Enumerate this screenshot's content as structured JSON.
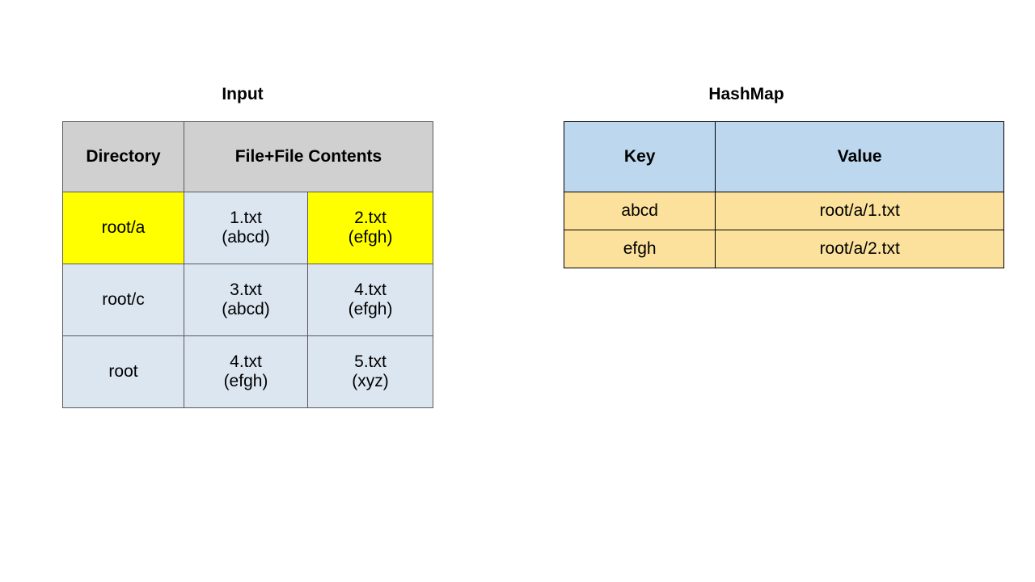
{
  "input_panel": {
    "title": "Input",
    "headers": [
      "Directory",
      "File+File Contents"
    ],
    "rows": [
      {
        "directory": "root/a",
        "dir_highlight": "yellow",
        "files": [
          {
            "name": "1.txt",
            "contents": "(abcd)",
            "highlight": "blue"
          },
          {
            "name": "2.txt",
            "contents": "(efgh)",
            "highlight": "yellow"
          }
        ]
      },
      {
        "directory": "root/c",
        "dir_highlight": "blue",
        "files": [
          {
            "name": "3.txt",
            "contents": "(abcd)",
            "highlight": "blue"
          },
          {
            "name": "4.txt",
            "contents": "(efgh)",
            "highlight": "blue"
          }
        ]
      },
      {
        "directory": "root",
        "dir_highlight": "blue",
        "files": [
          {
            "name": "4.txt",
            "contents": "(efgh)",
            "highlight": "blue"
          },
          {
            "name": "5.txt",
            "contents": "(xyz)",
            "highlight": "blue"
          }
        ]
      }
    ]
  },
  "hashmap_panel": {
    "title": "HashMap",
    "headers": [
      "Key",
      "Value"
    ],
    "rows": [
      {
        "key": "abcd",
        "value": "root/a/1.txt"
      },
      {
        "key": "efgh",
        "value": "root/a/2.txt"
      }
    ]
  },
  "colors": {
    "highlight_yellow": "#FFFF00",
    "cell_blue": "#DCE6F1",
    "header_gray": "#D0D0D0",
    "hashmap_header_blue": "#BDD7EE",
    "hashmap_row_tan": "#FCE19C",
    "border_gray": "#5A5A5A",
    "border_black": "#000000",
    "background": "#FFFFFF"
  }
}
